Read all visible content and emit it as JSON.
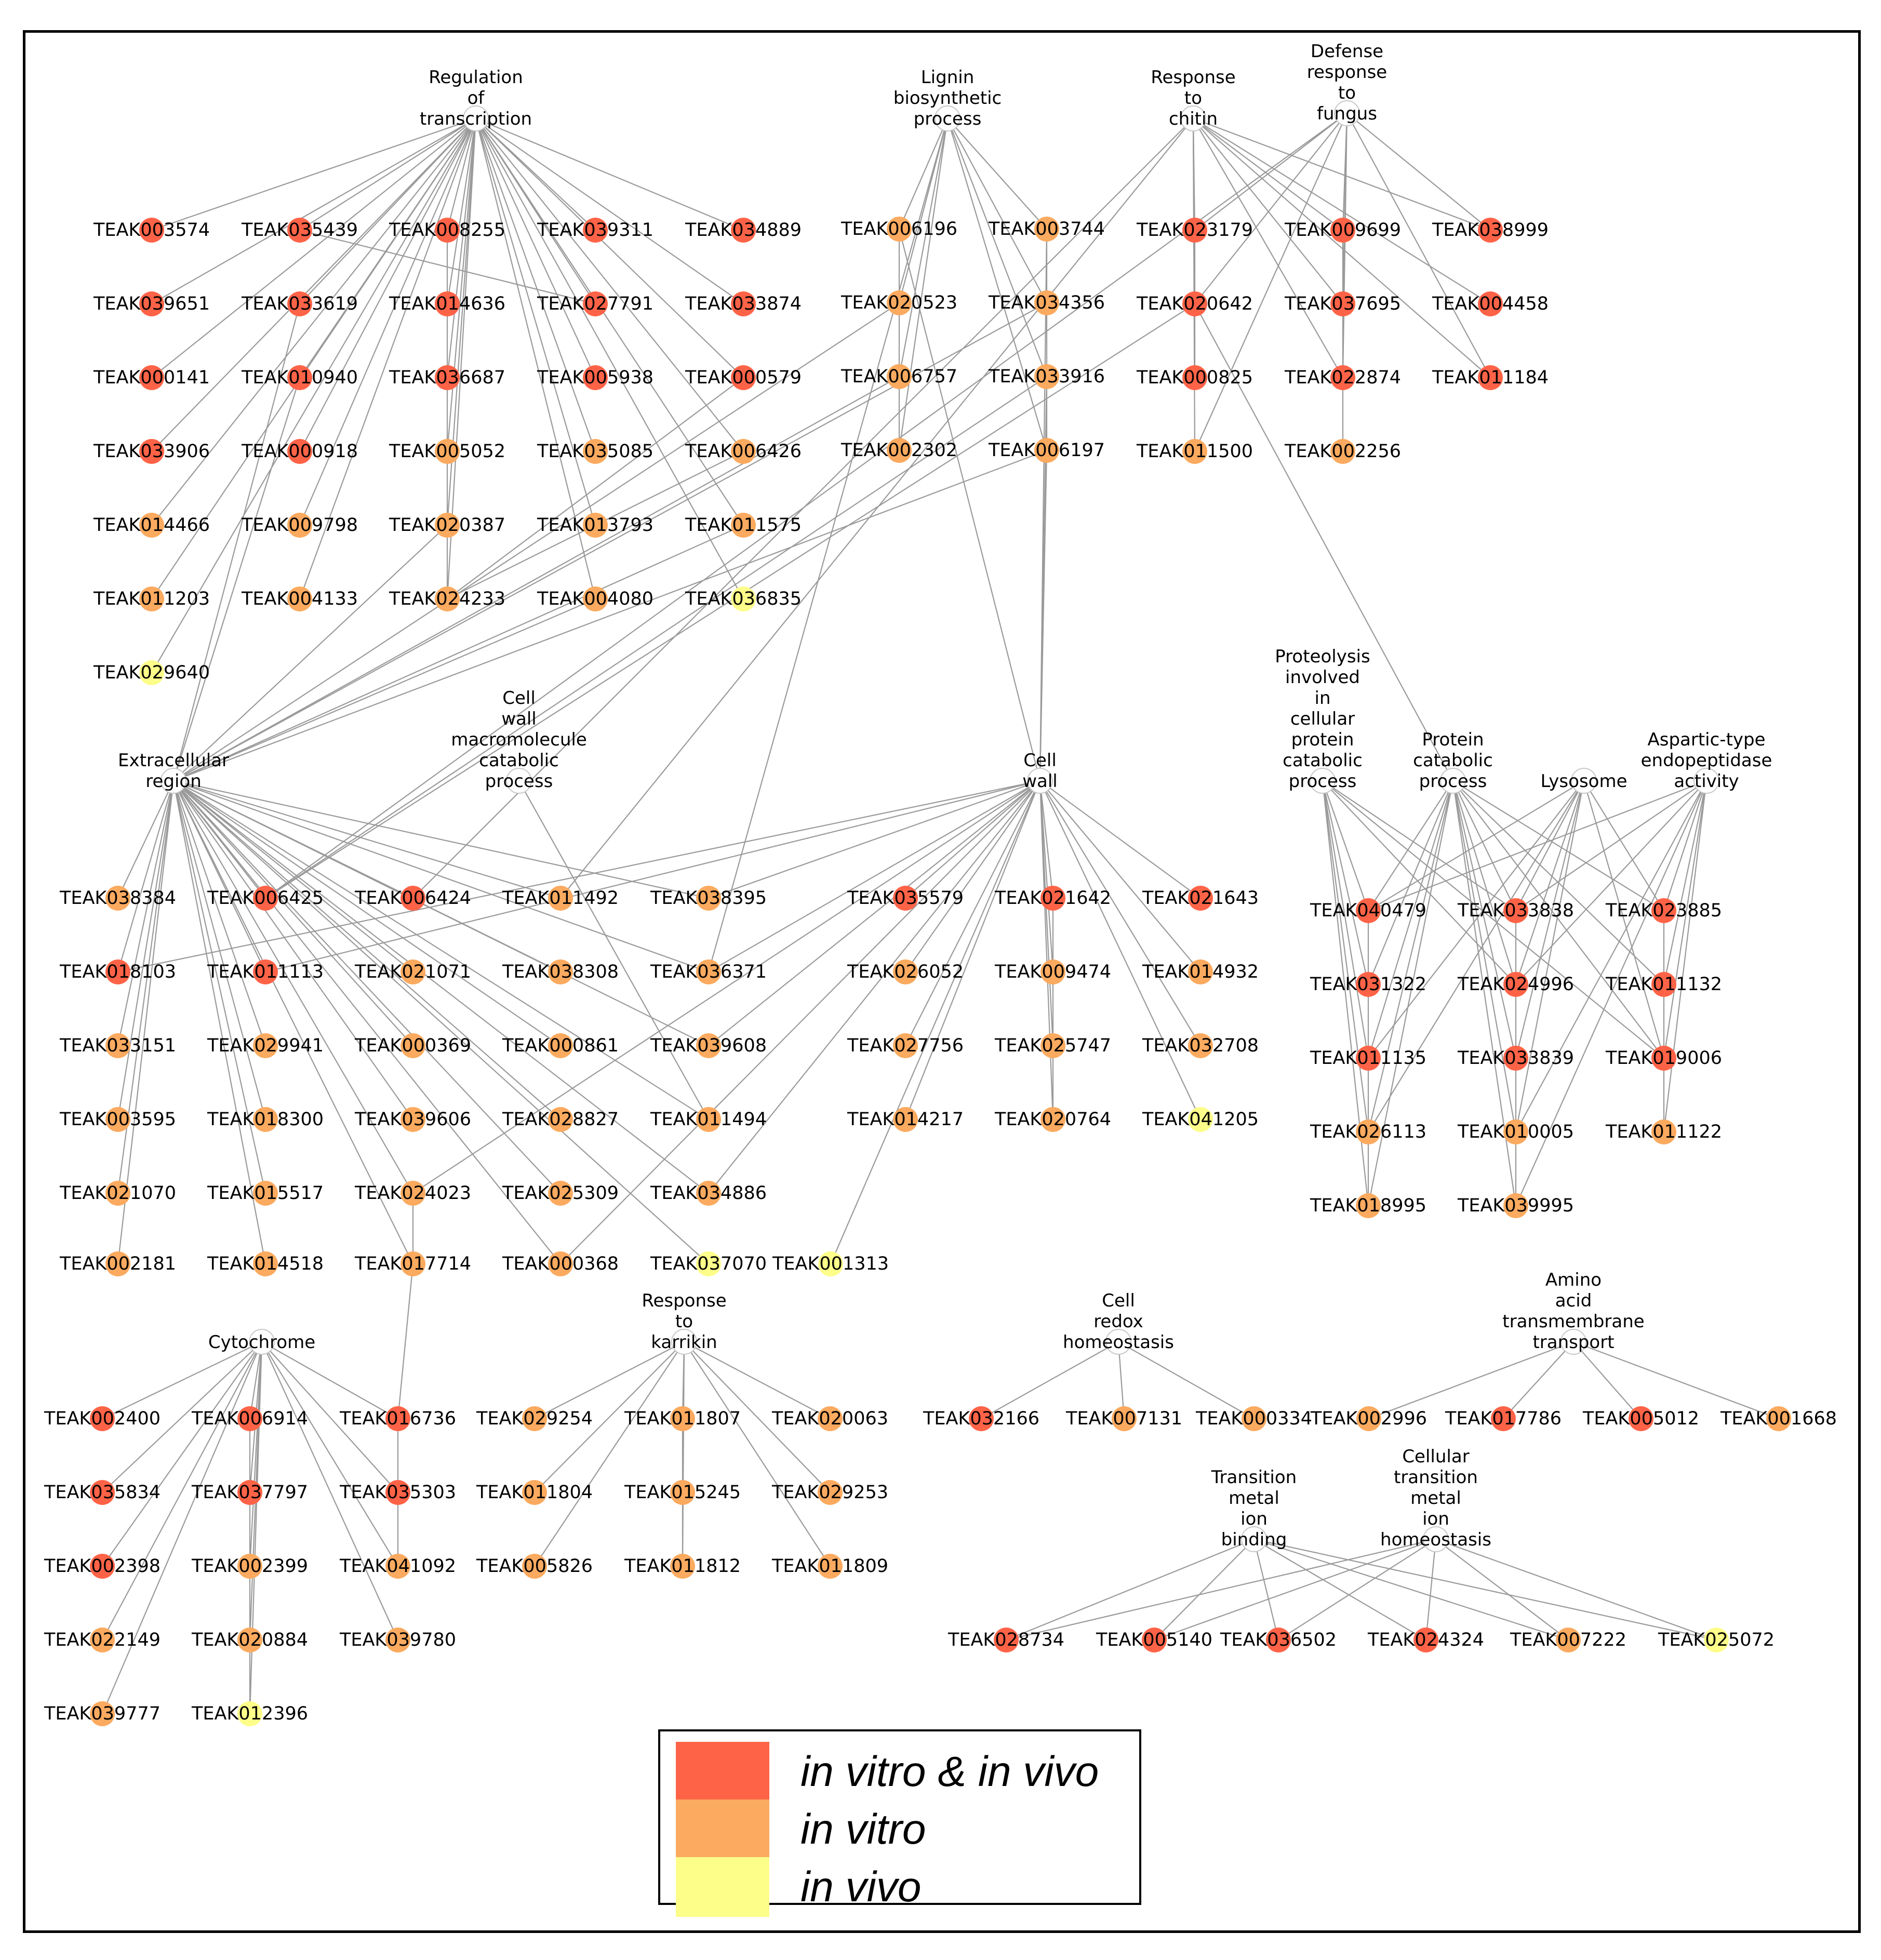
{
  "colors": {
    "in_vitro_and_in_vivo": "#ff6347",
    "in_vitro": "#fbaa5f",
    "in_vivo": "#fdfd8a",
    "edge": "#9a9a9a"
  },
  "legend": [
    {
      "key": "both",
      "label": "in vitro & in vivo",
      "color": "#ff6347"
    },
    {
      "key": "vitro",
      "label": "in vitro",
      "color": "#fbaa5f"
    },
    {
      "key": "vivo",
      "label": "in vivo",
      "color": "#fdfd8a"
    }
  ],
  "terms": [
    {
      "id": "T_REG",
      "lines": [
        "Regulation",
        "of",
        "transcription"
      ]
    },
    {
      "id": "T_LIG",
      "lines": [
        "Lignin",
        "biosynthetic",
        "process"
      ]
    },
    {
      "id": "T_CHI",
      "lines": [
        "Response",
        "to",
        "chitin"
      ]
    },
    {
      "id": "T_DEF",
      "lines": [
        "Defense",
        "response",
        "to",
        "fungus"
      ]
    },
    {
      "id": "T_EXT",
      "lines": [
        "Extracellular",
        "region"
      ]
    },
    {
      "id": "T_CWM",
      "lines": [
        "Cell",
        "wall",
        "macromolecule",
        "catabolic",
        "process"
      ]
    },
    {
      "id": "T_CW",
      "lines": [
        "Cell",
        "wall"
      ]
    },
    {
      "id": "T_PROT",
      "lines": [
        "Proteolysis",
        "involved",
        "in",
        "cellular",
        "protein",
        "catabolic",
        "process"
      ]
    },
    {
      "id": "T_PCP",
      "lines": [
        "Protein",
        "catabolic",
        "process"
      ]
    },
    {
      "id": "T_LYS",
      "lines": [
        "Lysosome"
      ]
    },
    {
      "id": "T_ASP",
      "lines": [
        "Aspartic-type",
        "endopeptidase",
        "activity"
      ]
    },
    {
      "id": "T_CYT",
      "lines": [
        "Cytochrome"
      ]
    },
    {
      "id": "T_KAR",
      "lines": [
        "Response",
        "to",
        "karrikin"
      ]
    },
    {
      "id": "T_RED",
      "lines": [
        "Cell",
        "redox",
        "homeostasis"
      ]
    },
    {
      "id": "T_AA",
      "lines": [
        "Amino",
        "acid",
        "transmembrane",
        "transport"
      ]
    },
    {
      "id": "T_TMB",
      "lines": [
        "Transition",
        "metal",
        "ion",
        "binding"
      ]
    },
    {
      "id": "T_CTM",
      "lines": [
        "Cellular",
        "transition",
        "metal",
        "ion",
        "homeostasis"
      ]
    }
  ],
  "genes": [
    {
      "id": "TEAK003574",
      "cat": "both"
    },
    {
      "id": "TEAK035439",
      "cat": "both"
    },
    {
      "id": "TEAK008255",
      "cat": "both"
    },
    {
      "id": "TEAK039311",
      "cat": "both"
    },
    {
      "id": "TEAK034889",
      "cat": "both"
    },
    {
      "id": "TEAK039651",
      "cat": "both"
    },
    {
      "id": "TEAK033619",
      "cat": "both"
    },
    {
      "id": "TEAK014636",
      "cat": "both"
    },
    {
      "id": "TEAK027791",
      "cat": "both"
    },
    {
      "id": "TEAK033874",
      "cat": "both"
    },
    {
      "id": "TEAK000141",
      "cat": "both"
    },
    {
      "id": "TEAK010940",
      "cat": "both"
    },
    {
      "id": "TEAK036687",
      "cat": "both"
    },
    {
      "id": "TEAK005938",
      "cat": "both"
    },
    {
      "id": "TEAK000579",
      "cat": "both"
    },
    {
      "id": "TEAK033906",
      "cat": "both"
    },
    {
      "id": "TEAK000918",
      "cat": "both"
    },
    {
      "id": "TEAK005052",
      "cat": "vitro"
    },
    {
      "id": "TEAK035085",
      "cat": "vitro"
    },
    {
      "id": "TEAK006426",
      "cat": "vitro"
    },
    {
      "id": "TEAK014466",
      "cat": "vitro"
    },
    {
      "id": "TEAK009798",
      "cat": "vitro"
    },
    {
      "id": "TEAK020387",
      "cat": "vitro"
    },
    {
      "id": "TEAK013793",
      "cat": "vitro"
    },
    {
      "id": "TEAK011575",
      "cat": "vitro"
    },
    {
      "id": "TEAK011203",
      "cat": "vitro"
    },
    {
      "id": "TEAK004133",
      "cat": "vitro"
    },
    {
      "id": "TEAK024233",
      "cat": "vitro"
    },
    {
      "id": "TEAK004080",
      "cat": "vitro"
    },
    {
      "id": "TEAK036835",
      "cat": "vivo"
    },
    {
      "id": "TEAK029640",
      "cat": "vivo"
    },
    {
      "id": "TEAK006196",
      "cat": "vitro"
    },
    {
      "id": "TEAK003744",
      "cat": "vitro"
    },
    {
      "id": "TEAK020523",
      "cat": "vitro"
    },
    {
      "id": "TEAK034356",
      "cat": "vitro"
    },
    {
      "id": "TEAK006757",
      "cat": "vitro"
    },
    {
      "id": "TEAK033916",
      "cat": "vitro"
    },
    {
      "id": "TEAK002302",
      "cat": "vitro"
    },
    {
      "id": "TEAK006197",
      "cat": "vitro"
    },
    {
      "id": "TEAK023179",
      "cat": "both"
    },
    {
      "id": "TEAK009699",
      "cat": "both"
    },
    {
      "id": "TEAK038999",
      "cat": "both"
    },
    {
      "id": "TEAK020642",
      "cat": "both"
    },
    {
      "id": "TEAK037695",
      "cat": "both"
    },
    {
      "id": "TEAK004458",
      "cat": "both"
    },
    {
      "id": "TEAK000825",
      "cat": "both"
    },
    {
      "id": "TEAK022874",
      "cat": "both"
    },
    {
      "id": "TEAK011184",
      "cat": "both"
    },
    {
      "id": "TEAK011500",
      "cat": "vitro"
    },
    {
      "id": "TEAK002256",
      "cat": "vitro"
    },
    {
      "id": "TEAK038384",
      "cat": "vitro"
    },
    {
      "id": "TEAK006425",
      "cat": "both"
    },
    {
      "id": "TEAK006424",
      "cat": "both"
    },
    {
      "id": "TEAK011492",
      "cat": "vitro"
    },
    {
      "id": "TEAK038395",
      "cat": "vitro"
    },
    {
      "id": "TEAK018103",
      "cat": "both"
    },
    {
      "id": "TEAK011113",
      "cat": "both"
    },
    {
      "id": "TEAK021071",
      "cat": "vitro"
    },
    {
      "id": "TEAK038308",
      "cat": "vitro"
    },
    {
      "id": "TEAK036371",
      "cat": "vitro"
    },
    {
      "id": "TEAK033151",
      "cat": "vitro"
    },
    {
      "id": "TEAK029941",
      "cat": "vitro"
    },
    {
      "id": "TEAK000369",
      "cat": "vitro"
    },
    {
      "id": "TEAK000861",
      "cat": "vitro"
    },
    {
      "id": "TEAK039608",
      "cat": "vitro"
    },
    {
      "id": "TEAK003595",
      "cat": "vitro"
    },
    {
      "id": "TEAK018300",
      "cat": "vitro"
    },
    {
      "id": "TEAK039606",
      "cat": "vitro"
    },
    {
      "id": "TEAK028827",
      "cat": "vitro"
    },
    {
      "id": "TEAK011494",
      "cat": "vitro"
    },
    {
      "id": "TEAK021070",
      "cat": "vitro"
    },
    {
      "id": "TEAK015517",
      "cat": "vitro"
    },
    {
      "id": "TEAK024023",
      "cat": "vitro"
    },
    {
      "id": "TEAK025309",
      "cat": "vitro"
    },
    {
      "id": "TEAK034886",
      "cat": "vitro"
    },
    {
      "id": "TEAK002181",
      "cat": "vitro"
    },
    {
      "id": "TEAK014518",
      "cat": "vitro"
    },
    {
      "id": "TEAK017714",
      "cat": "vitro"
    },
    {
      "id": "TEAK000368",
      "cat": "vitro"
    },
    {
      "id": "TEAK037070",
      "cat": "vivo"
    },
    {
      "id": "TEAK001313",
      "cat": "vivo"
    },
    {
      "id": "TEAK035579",
      "cat": "both"
    },
    {
      "id": "TEAK021642",
      "cat": "both"
    },
    {
      "id": "TEAK021643",
      "cat": "both"
    },
    {
      "id": "TEAK026052",
      "cat": "vitro"
    },
    {
      "id": "TEAK009474",
      "cat": "vitro"
    },
    {
      "id": "TEAK014932",
      "cat": "vitro"
    },
    {
      "id": "TEAK027756",
      "cat": "vitro"
    },
    {
      "id": "TEAK025747",
      "cat": "vitro"
    },
    {
      "id": "TEAK032708",
      "cat": "vitro"
    },
    {
      "id": "TEAK014217",
      "cat": "vitro"
    },
    {
      "id": "TEAK020764",
      "cat": "vitro"
    },
    {
      "id": "TEAK041205",
      "cat": "vivo"
    },
    {
      "id": "TEAK040479",
      "cat": "both"
    },
    {
      "id": "TEAK033838",
      "cat": "both"
    },
    {
      "id": "TEAK023885",
      "cat": "both"
    },
    {
      "id": "TEAK031322",
      "cat": "both"
    },
    {
      "id": "TEAK024996",
      "cat": "both"
    },
    {
      "id": "TEAK011132",
      "cat": "both"
    },
    {
      "id": "TEAK011135",
      "cat": "both"
    },
    {
      "id": "TEAK033839",
      "cat": "both"
    },
    {
      "id": "TEAK019006",
      "cat": "both"
    },
    {
      "id": "TEAK026113",
      "cat": "vitro"
    },
    {
      "id": "TEAK010005",
      "cat": "vitro"
    },
    {
      "id": "TEAK011122",
      "cat": "vitro"
    },
    {
      "id": "TEAK018995",
      "cat": "vitro"
    },
    {
      "id": "TEAK039995",
      "cat": "vitro"
    },
    {
      "id": "TEAK002400",
      "cat": "both"
    },
    {
      "id": "TEAK006914",
      "cat": "both"
    },
    {
      "id": "TEAK016736",
      "cat": "both"
    },
    {
      "id": "TEAK035834",
      "cat": "both"
    },
    {
      "id": "TEAK037797",
      "cat": "both"
    },
    {
      "id": "TEAK035303",
      "cat": "both"
    },
    {
      "id": "TEAK002398",
      "cat": "both"
    },
    {
      "id": "TEAK002399",
      "cat": "vitro"
    },
    {
      "id": "TEAK041092",
      "cat": "vitro"
    },
    {
      "id": "TEAK022149",
      "cat": "vitro"
    },
    {
      "id": "TEAK020884",
      "cat": "vitro"
    },
    {
      "id": "TEAK039780",
      "cat": "vitro"
    },
    {
      "id": "TEAK039777",
      "cat": "vitro"
    },
    {
      "id": "TEAK012396",
      "cat": "vivo"
    },
    {
      "id": "TEAK029254",
      "cat": "vitro"
    },
    {
      "id": "TEAK011807",
      "cat": "vitro"
    },
    {
      "id": "TEAK020063",
      "cat": "vitro"
    },
    {
      "id": "TEAK011804",
      "cat": "vitro"
    },
    {
      "id": "TEAK015245",
      "cat": "vitro"
    },
    {
      "id": "TEAK029253",
      "cat": "vitro"
    },
    {
      "id": "TEAK005826",
      "cat": "vitro"
    },
    {
      "id": "TEAK011812",
      "cat": "vitro"
    },
    {
      "id": "TEAK011809",
      "cat": "vitro"
    },
    {
      "id": "TEAK032166",
      "cat": "both"
    },
    {
      "id": "TEAK007131",
      "cat": "vitro"
    },
    {
      "id": "TEAK000334",
      "cat": "vitro"
    },
    {
      "id": "TEAK002996",
      "cat": "vitro"
    },
    {
      "id": "TEAK017786",
      "cat": "both"
    },
    {
      "id": "TEAK005012",
      "cat": "both"
    },
    {
      "id": "TEAK001668",
      "cat": "vitro"
    },
    {
      "id": "TEAK028734",
      "cat": "both"
    },
    {
      "id": "TEAK005140",
      "cat": "both"
    },
    {
      "id": "TEAK036502",
      "cat": "both"
    },
    {
      "id": "TEAK024324",
      "cat": "both"
    },
    {
      "id": "TEAK007222",
      "cat": "vitro"
    },
    {
      "id": "TEAK025072",
      "cat": "vivo"
    }
  ],
  "edges": {
    "T_REG": [
      "TEAK003574",
      "TEAK035439",
      "TEAK008255",
      "TEAK039311",
      "TEAK034889",
      "TEAK039651",
      "TEAK033619",
      "TEAK014636",
      "TEAK027791",
      "TEAK033874",
      "TEAK000141",
      "TEAK010940",
      "TEAK036687",
      "TEAK005938",
      "TEAK000579",
      "TEAK033906",
      "TEAK000918",
      "TEAK005052",
      "TEAK035085",
      "TEAK006426",
      "TEAK014466",
      "TEAK009798",
      "TEAK020387",
      "TEAK013793",
      "TEAK011575",
      "TEAK011203",
      "TEAK004133",
      "TEAK024233",
      "TEAK004080",
      "TEAK036835",
      "TEAK029640"
    ],
    "T_LIG": [
      "TEAK006196",
      "TEAK003744",
      "TEAK020523",
      "TEAK034356",
      "TEAK006757",
      "TEAK033916",
      "TEAK002302",
      "TEAK006197",
      "TEAK036371"
    ],
    "T_CHI": [
      "TEAK023179",
      "TEAK009699",
      "TEAK038999",
      "TEAK020642",
      "TEAK037695",
      "TEAK004458",
      "TEAK000825",
      "TEAK022874",
      "TEAK011184",
      "TEAK011500",
      "TEAK006424",
      "TEAK011492"
    ],
    "T_DEF": [
      "TEAK023179",
      "TEAK009699",
      "TEAK020642",
      "TEAK037695",
      "TEAK022874",
      "TEAK011184",
      "TEAK038999",
      "TEAK006425",
      "TEAK011500"
    ],
    "T_EXT": [
      "TEAK038384",
      "TEAK006425",
      "TEAK006424",
      "TEAK011492",
      "TEAK038395",
      "TEAK018103",
      "TEAK011113",
      "TEAK021071",
      "TEAK038308",
      "TEAK036371",
      "TEAK033151",
      "TEAK029941",
      "TEAK000369",
      "TEAK000861",
      "TEAK039608",
      "TEAK003595",
      "TEAK018300",
      "TEAK039606",
      "TEAK028827",
      "TEAK011494",
      "TEAK021070",
      "TEAK015517",
      "TEAK024023",
      "TEAK025309",
      "TEAK034886",
      "TEAK002181",
      "TEAK014518",
      "TEAK017714",
      "TEAK000368",
      "TEAK037070",
      "TEAK020523",
      "TEAK006757",
      "TEAK034356",
      "TEAK006197",
      "TEAK020387",
      "TEAK004080",
      "TEAK011575",
      "TEAK033619",
      "TEAK010940"
    ],
    "T_CWM": [
      "TEAK011494"
    ],
    "T_CW": [
      "TEAK035579",
      "TEAK021642",
      "TEAK021643",
      "TEAK026052",
      "TEAK009474",
      "TEAK014932",
      "TEAK027756",
      "TEAK025747",
      "TEAK032708",
      "TEAK014217",
      "TEAK020764",
      "TEAK041205",
      "TEAK006197",
      "TEAK033916",
      "TEAK006196",
      "TEAK003744",
      "TEAK018103",
      "TEAK011113",
      "TEAK036371",
      "TEAK038395",
      "TEAK039608",
      "TEAK024023",
      "TEAK000368",
      "TEAK001313",
      "TEAK034886"
    ],
    "T_PROT": [
      "TEAK040479",
      "TEAK031322",
      "TEAK011135",
      "TEAK026113",
      "TEAK018995",
      "TEAK033838",
      "TEAK024996",
      "TEAK019006"
    ],
    "T_PCP": [
      "TEAK040479",
      "TEAK033838",
      "TEAK023885",
      "TEAK031322",
      "TEAK024996",
      "TEAK011132",
      "TEAK011135",
      "TEAK033839",
      "TEAK019006",
      "TEAK026113",
      "TEAK010005",
      "TEAK018995",
      "TEAK039995",
      "TEAK020642"
    ],
    "T_LYS": [
      "TEAK040479",
      "TEAK033838",
      "TEAK023885",
      "TEAK024996",
      "TEAK011135",
      "TEAK033839",
      "TEAK019006",
      "TEAK010005",
      "TEAK026113"
    ],
    "T_ASP": [
      "TEAK033838",
      "TEAK023885",
      "TEAK024996",
      "TEAK011132",
      "TEAK019006",
      "TEAK011122",
      "TEAK010005",
      "TEAK040479",
      "TEAK039995"
    ],
    "T_CYT": [
      "TEAK002400",
      "TEAK006914",
      "TEAK016736",
      "TEAK035834",
      "TEAK037797",
      "TEAK035303",
      "TEAK002398",
      "TEAK002399",
      "TEAK041092",
      "TEAK022149",
      "TEAK020884",
      "TEAK039780",
      "TEAK039777",
      "TEAK012396"
    ],
    "T_KAR": [
      "TEAK029254",
      "TEAK011807",
      "TEAK020063",
      "TEAK011804",
      "TEAK015245",
      "TEAK029253",
      "TEAK005826",
      "TEAK011812",
      "TEAK011809"
    ],
    "T_RED": [
      "TEAK032166",
      "TEAK007131",
      "TEAK000334"
    ],
    "T_AA": [
      "TEAK002996",
      "TEAK017786",
      "TEAK005012",
      "TEAK001668"
    ],
    "T_TMB": [
      "TEAK028734",
      "TEAK005140",
      "TEAK036502",
      "TEAK024324",
      "TEAK007222",
      "TEAK025072"
    ],
    "T_CTM": [
      "TEAK028734",
      "TEAK005140",
      "TEAK036502",
      "TEAK024324",
      "TEAK007222",
      "TEAK025072"
    ]
  },
  "gene_edges": [
    [
      "TEAK016736",
      "TEAK035303"
    ],
    [
      "TEAK035303",
      "TEAK041092"
    ],
    [
      "TEAK017714",
      "TEAK016736"
    ],
    [
      "TEAK006914",
      "TEAK037797"
    ],
    [
      "TEAK037797",
      "TEAK002399"
    ],
    [
      "TEAK002399",
      "TEAK020884"
    ],
    [
      "TEAK020884",
      "TEAK012396"
    ],
    [
      "TEAK011807",
      "TEAK015245"
    ],
    [
      "TEAK015245",
      "TEAK011812"
    ],
    [
      "TEAK023179",
      "TEAK020642"
    ],
    [
      "TEAK020642",
      "TEAK000825"
    ],
    [
      "TEAK009699",
      "TEAK037695"
    ],
    [
      "TEAK037695",
      "TEAK022874"
    ],
    [
      "TEAK022874",
      "TEAK002256"
    ],
    [
      "TEAK003744",
      "TEAK034356"
    ],
    [
      "TEAK034356",
      "TEAK033916"
    ],
    [
      "TEAK033916",
      "TEAK006197"
    ],
    [
      "TEAK006196",
      "TEAK006757"
    ],
    [
      "TEAK006757",
      "TEAK002302"
    ],
    [
      "TEAK008255",
      "TEAK014636"
    ],
    [
      "TEAK014636",
      "TEAK036687"
    ],
    [
      "TEAK036687",
      "TEAK005052"
    ],
    [
      "TEAK005052",
      "TEAK020387"
    ],
    [
      "TEAK020387",
      "TEAK024233"
    ],
    [
      "TEAK035439",
      "TEAK027791"
    ],
    [
      "TEAK021642",
      "TEAK009474"
    ],
    [
      "TEAK009474",
      "TEAK025747"
    ],
    [
      "TEAK025747",
      "TEAK020764"
    ],
    [
      "TEAK024023",
      "TEAK017714"
    ],
    [
      "TEAK033838",
      "TEAK024996"
    ],
    [
      "TEAK024996",
      "TEAK033839"
    ],
    [
      "TEAK033839",
      "TEAK010005"
    ],
    [
      "TEAK010005",
      "TEAK039995"
    ],
    [
      "TEAK040479",
      "TEAK031322"
    ],
    [
      "TEAK031322",
      "TEAK011135"
    ],
    [
      "TEAK011135",
      "TEAK026113"
    ],
    [
      "TEAK026113",
      "TEAK018995"
    ],
    [
      "TEAK023885",
      "TEAK011132"
    ],
    [
      "TEAK011132",
      "TEAK019006"
    ],
    [
      "TEAK019006",
      "TEAK011122"
    ],
    [
      "TEAK006425",
      "TEAK033916"
    ],
    [
      "TEAK006425",
      "TEAK020642"
    ],
    [
      "TEAK024233",
      "TEAK006426"
    ],
    [
      "TEAK024233",
      "TEAK000579"
    ]
  ]
}
